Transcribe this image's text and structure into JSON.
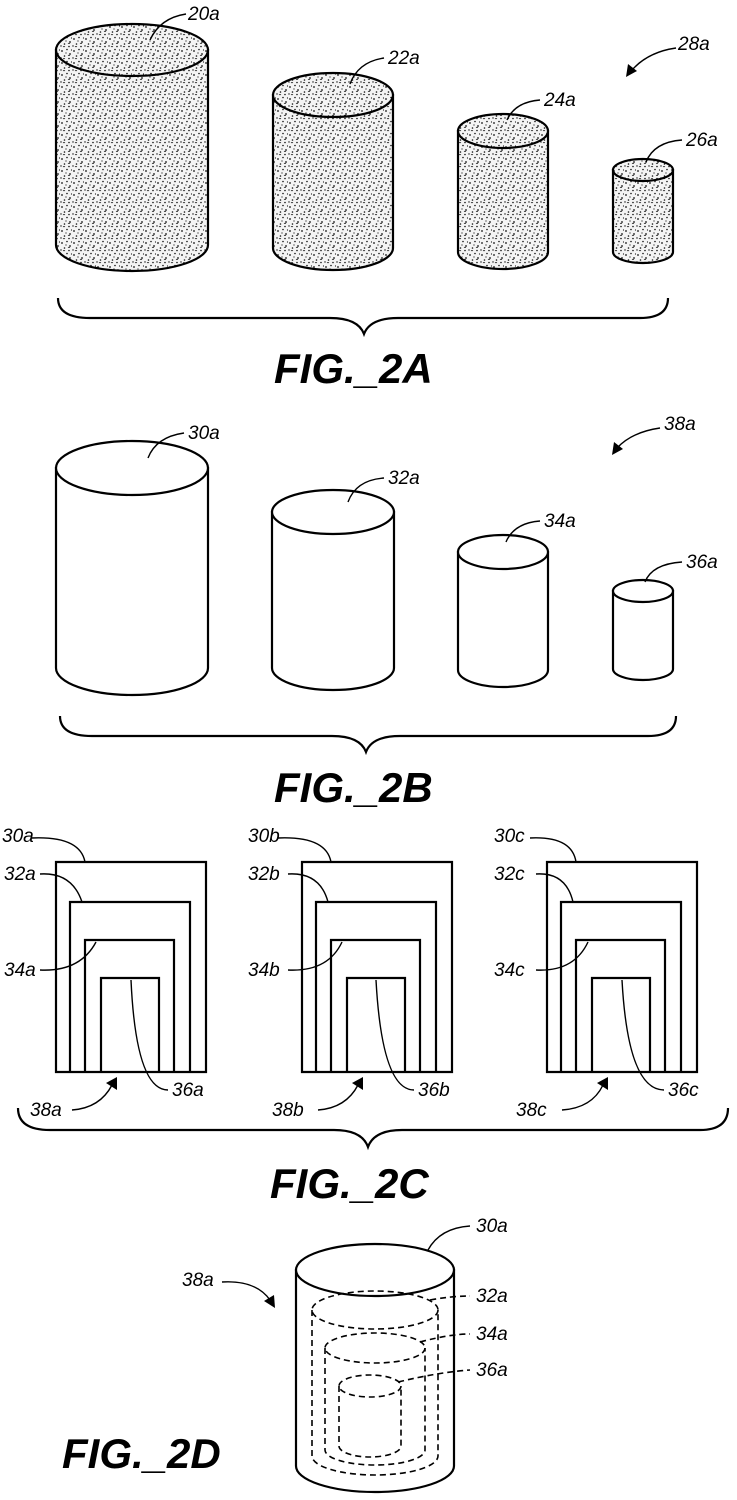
{
  "fig2a": {
    "caption": "FIG._2A",
    "assembly_ref": "28a",
    "refs": [
      "20a",
      "22a",
      "24a",
      "26a"
    ]
  },
  "fig2b": {
    "caption": "FIG._2B",
    "assembly_ref": "38a",
    "refs": [
      "30a",
      "32a",
      "34a",
      "36a"
    ]
  },
  "fig2c": {
    "caption": "FIG._2C",
    "panels": [
      {
        "outer": "30a",
        "second": "32a",
        "third": "34a",
        "inner": "36a",
        "assembly": "38a"
      },
      {
        "outer": "30b",
        "second": "32b",
        "third": "34b",
        "inner": "36b",
        "assembly": "38b"
      },
      {
        "outer": "30c",
        "second": "32c",
        "third": "34c",
        "inner": "36c",
        "assembly": "38c"
      }
    ]
  },
  "fig2d": {
    "caption": "FIG._2D",
    "assembly_ref": "38a",
    "refs": [
      "30a",
      "32a",
      "34a",
      "36a"
    ]
  }
}
